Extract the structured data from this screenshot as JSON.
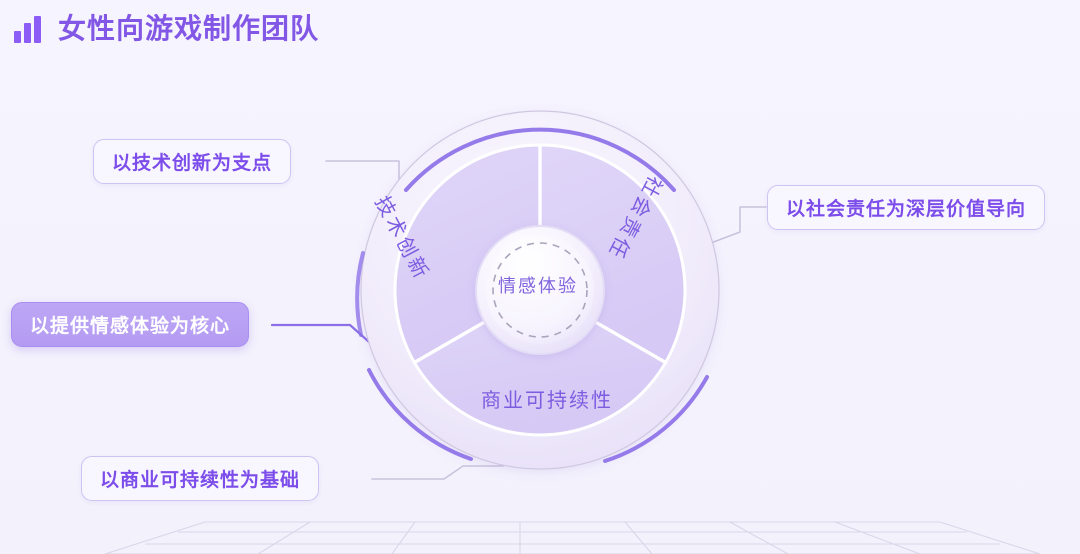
{
  "header": {
    "title": "女性向游戏制作团队",
    "logo_icon": "bar-chart-icon",
    "accent_color": "#8257e6"
  },
  "diagram": {
    "center": {
      "label": "情感体验"
    },
    "segments": [
      {
        "id": "tech",
        "label": "技术创新",
        "position": "upper-left"
      },
      {
        "id": "social",
        "label": "社会责任",
        "position": "upper-right"
      },
      {
        "id": "biz",
        "label": "商业可持续性",
        "position": "bottom"
      }
    ],
    "callouts": [
      {
        "id": "tech",
        "label": "以技术创新为支点",
        "style": "plain",
        "connector": "gray",
        "anchor": "upper-left"
      },
      {
        "id": "social",
        "label": "以社会责任为深层价值导向",
        "style": "plain",
        "connector": "gray",
        "anchor": "upper-right"
      },
      {
        "id": "core",
        "label": "以提供情感体验为核心",
        "style": "active",
        "connector": "purple",
        "anchor": "left"
      },
      {
        "id": "biz",
        "label": "以商业可持续性为基础",
        "style": "plain",
        "connector": "gray",
        "anchor": "bottom-left"
      }
    ],
    "colors": {
      "background": "#f5f3fd",
      "ring_fill": "#efeafc",
      "segment_fill": "#ddd2f7",
      "accent_arc": "#8b6ee8",
      "active_fill": "#b79ff4",
      "text_purple": "#7c5ce0",
      "grid_line": "#d8d4e6"
    }
  },
  "floor": {
    "name": "perspective-grid",
    "columns": 7,
    "rows": 4
  }
}
